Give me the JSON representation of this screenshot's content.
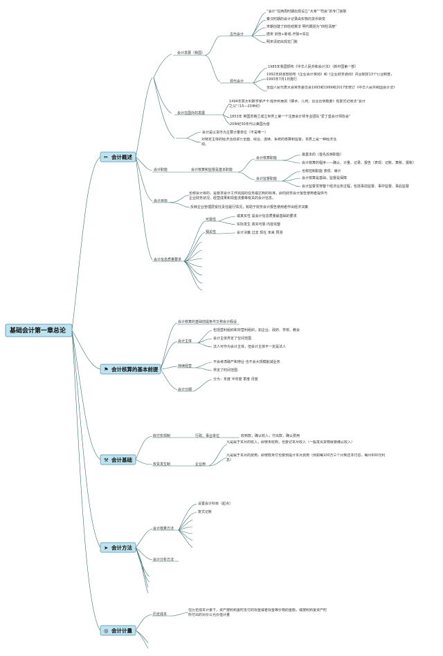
{
  "root": "基础会计第一章总论",
  "colors": {
    "line": "#3a6f6f",
    "box_fill": "#bfe3ee",
    "box_border": "#4a8fb0"
  },
  "sections": [
    {
      "id": "s1",
      "label": "会计概述",
      "icon": "pencil-icon",
      "icon_glyph": "✏",
      "nodes": {
        "dev": "会计发展（我国）",
        "ancient": "古代会计",
        "a1": "“会计”在西周时期出现设立“大宰”“司会”的专门官职",
        "a2": "秦汉时期的会计记录由实物向货币转变",
        "a3": "宋朝创建了四柱结算法 明代概括为“四柱清册”",
        "a4": "唐宋 旧管+新收-开除=实在",
        "a5": "明末清初出现龙门账",
        "modern": "现代会计",
        "m1": "1985年我国颁布《中华人民共和会计法》（新中国第一部）",
        "m2": "1992年财政部颁布《企业会计准则》和《企业财务通则》并且制定13个行业制度，1993年7月1日施行",
        "m3": "全国人民代表大会常务委员会1993和1999和2017年修订《中华人民共和国会计法》",
        "foreign": "会计在国外的发展",
        "f1": "1494年意大利数学家卢卡·帕乔利著的《算术、几何、比及比例概要》有复式记账法“会计之父”（15—20世纪）",
        "f2": "1853年 英国苏格兰成立世界上第一个注册会计师专业团队“爱丁堡会计师协会”",
        "f3": "20世纪30年代以美国为首",
        "concept1": "会计是以货币为主要计量单位（不是唯一）",
        "concept2": "对特定主体的经济活动进行全面、综合、连续、系统的核算和监督，本质上是一种经济活动。",
        "func": "会计职能",
        "funcBasic": "会计核算和监督是基本职能",
        "calc": "会计核算职能",
        "c1": "最基本的（首先反映职能）",
        "c2": "会计核算的程序——确认、计量、记录、报告（表现：记账、算账、报账）",
        "super": "会计监督职能",
        "p1": "也称控制职能 表现：审计",
        "p2": "会计核算是基础，监督是保障",
        "p3": "会计监督贯穿整个经济业务过程，包括事前监督、事中监督、事后监督",
        "goal": "会计目标",
        "g1": "也称会计目的，是要求会计工作完成的任务或达到的标准，即向财务会计报告使用者提供与企业财务状况、经营成果和现金流量等有关的会计信息。",
        "g2": "反映企业管理层受托责任履行情况，有助于财务会计报告使用者作出经济决策",
        "quality": "会计信息质量要求",
        "rel": "可靠性",
        "r1": "或真实性 是会计信息质量最基础的要求",
        "r2": "实际发生 真实可靠 内容完整",
        "relev": "相关性",
        "v1": "会计决策 过去 现在 未来 预测"
      }
    },
    {
      "id": "s2",
      "label": "会计核算的基本前提",
      "icon": "flag-icon",
      "icon_glyph": "⚑",
      "nodes": {
        "n1": "会计核算的基础前提条件又称会计假设",
        "entity": "会计主体",
        "e1": "包括营利组织和非营利组织，如企业、政府、学校、教会",
        "e2": "会计主体界定了空间范围",
        "e3": "法人可作为会计主体，但会计主体不一定是法人",
        "going": "持续经营",
        "o1": "不会考虑破产和停业 也不会大规模削减业务",
        "o2": "界定了时间范围",
        "period": "会计分期",
        "d1": "分为：年度 半年度 季度 月度"
      }
    },
    {
      "id": "s3",
      "label": "会计基础",
      "icon": "tools-icon",
      "icon_glyph": "⚒",
      "nodes": {
        "cash": "收付实现制",
        "gov": "行政、事业单位",
        "cashD": "收到款，确认收入；付出款，确认费用",
        "accr": "权责发生制",
        "corp": "企业用",
        "ac1": "凡是属于本月的收入，即使未收到，也要记本月收入（一般发出货物就要确认收入）",
        "ac2": "凡是属于本月的费用，即使款未付也要预提计本月费用（例如每100万三个月到还本付息，每月600元利息）"
      }
    },
    {
      "id": "s4",
      "label": "会计方法",
      "icon": "send-icon",
      "icon_glyph": "➤",
      "nodes": {
        "calcM": "会计核算方法",
        "cm1": "设置会计科目（起点）",
        "cm2": "复式记账",
        "anaM": "会计分析方法"
      }
    },
    {
      "id": "s5",
      "label": "会计计量",
      "icon": "target-icon",
      "icon_glyph": "◎",
      "nodes": {
        "hist": "历史成本",
        "h1": "在历史成本计量下，资产按照购置时支付的现金或者现金等价物的金额，或按照购置资产时所付出的对价公允价值计量"
      }
    }
  ]
}
